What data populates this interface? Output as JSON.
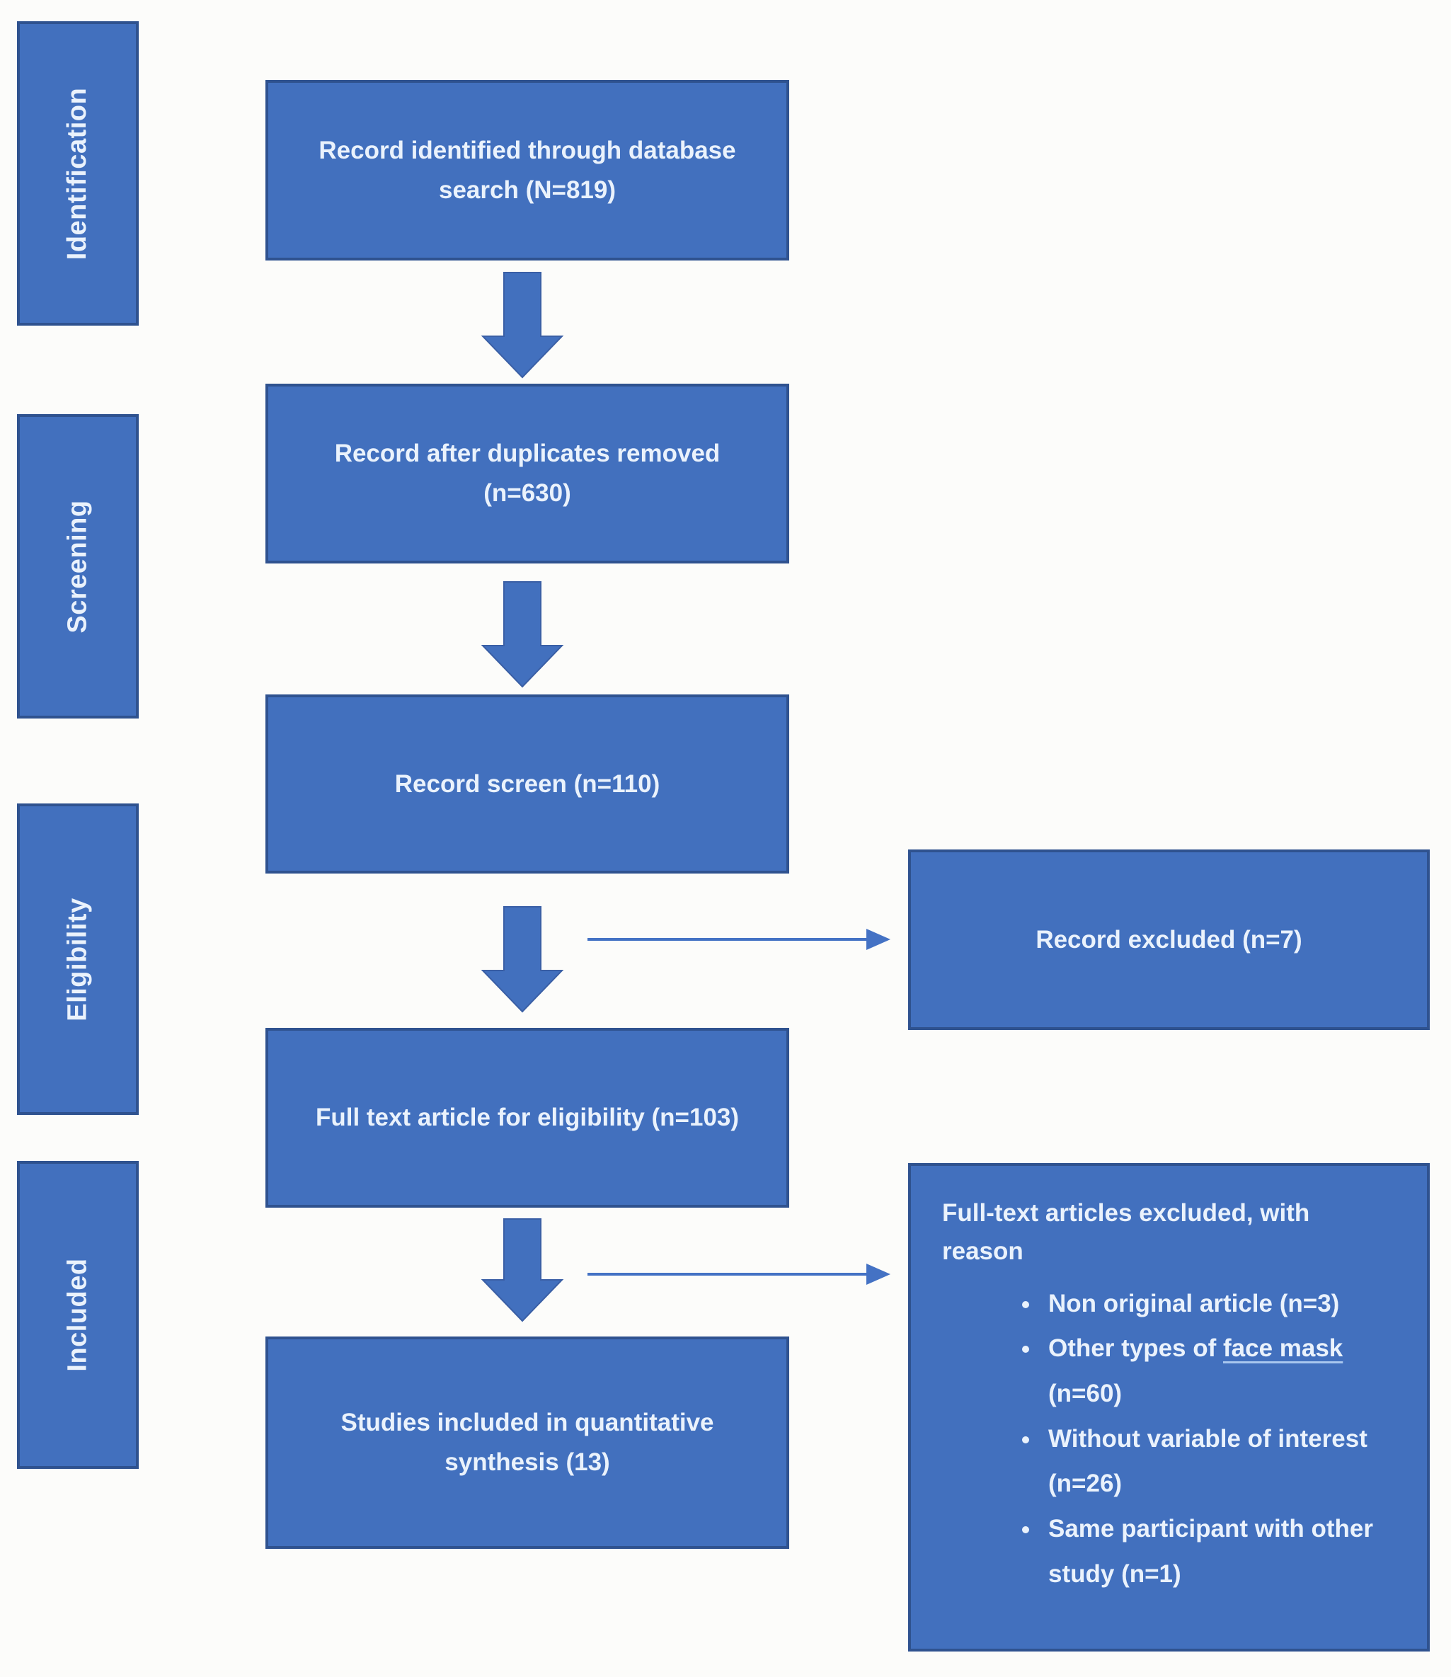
{
  "diagram_type": "prisma-flow",
  "colors": {
    "box_fill": "#4270BE",
    "box_border": "#2F528F",
    "box_text": "#EAF2FC",
    "arrow": "#4472C4",
    "background": "#FCFCFA"
  },
  "sidebar": {
    "stages": [
      {
        "label": "Identification"
      },
      {
        "label": "Screening"
      },
      {
        "label": "Eligibility"
      },
      {
        "label": "Included"
      }
    ]
  },
  "flow": {
    "boxes": [
      {
        "text": "Record identified through database search (N=819)"
      },
      {
        "text": "Record after duplicates removed (n=630)"
      },
      {
        "text": "Record screen (n=110)"
      },
      {
        "text": "Full text article for eligibility (n=103)"
      },
      {
        "text": "Studies included in quantitative synthesis (13)"
      }
    ]
  },
  "exclusions": {
    "record_excluded": {
      "text": "Record excluded (n=7)"
    },
    "fulltext_excluded": {
      "title": "Full-text articles excluded, with reason",
      "bullets": [
        {
          "text": "Non original article (n=3)"
        },
        {
          "pre": "Other types of ",
          "underlined": "face mask",
          "post": " (n=60)"
        },
        {
          "text": "Without variable of interest (n=26)"
        },
        {
          "text": "Same participant with other study (n=1)"
        }
      ]
    }
  }
}
